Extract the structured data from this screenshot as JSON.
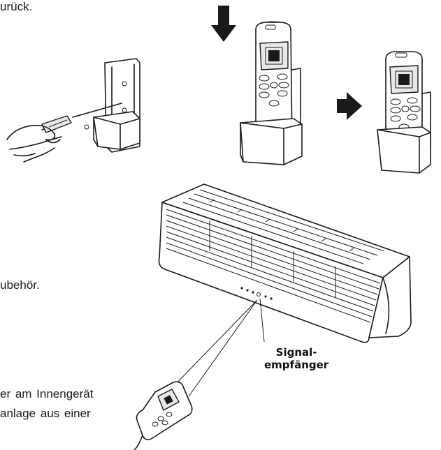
{
  "text_lines": [
    "urück.",
    "ubehör.",
    "er am Innengerät",
    "anlage aus einer"
  ],
  "callout": {
    "line1": "Signal-",
    "line2": "empfänger"
  },
  "icons": [
    "screwdriver-icon",
    "holder-icon",
    "down-arrow-icon",
    "right-arrow-icon",
    "remote-control-icon",
    "air-conditioner-icon"
  ]
}
